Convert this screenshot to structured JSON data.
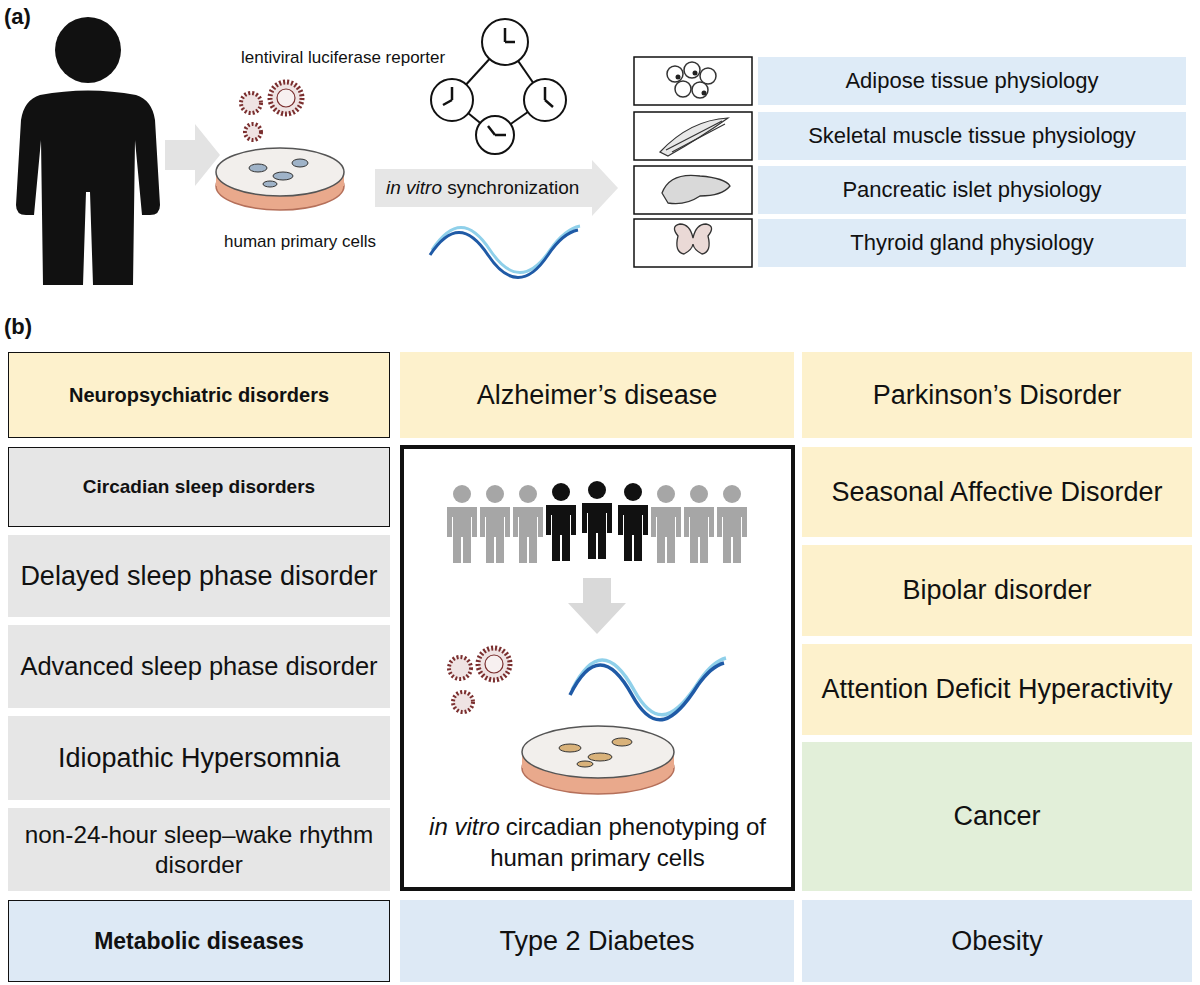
{
  "diagram": {
    "nodes": [
      {
        "text": [
          "Adipose tissue physiology"
        ]
      },
      {
        "text": [
          "Skeletal muscle tissue physiology"
        ]
      },
      {
        "text": [
          "Pancreatic islet physiology"
        ]
      },
      {
        "text": [
          "Thyroid gland physiology"
        ]
      },
      {
        "text": [
          "Neuropsychiatric disorders"
        ]
      },
      {
        "text": [
          "Alzheimer’s disease"
        ]
      },
      {
        "text": [
          "Parkinson’s Disorder"
        ]
      },
      {
        "text": [
          "Circadian sleep disorders"
        ]
      },
      {
        "text": [
          "in vitro",
          "circadian phenotyping of human primary cells"
        ]
      },
      {
        "text": [
          "Seasonal Affective Disorder"
        ]
      },
      {
        "text": [
          "Delayed sleep phase disorder"
        ]
      },
      {
        "text": [
          "Bipolar disorder"
        ]
      },
      {
        "text": [
          "Advanced sleep phase disorder"
        ]
      },
      {
        "text": [
          "Attention Deficit Hyperactivity"
        ]
      },
      {
        "text": [
          "Idiopathic Hypersomnia"
        ]
      },
      {
        "text": [
          "Cancer"
        ]
      },
      {
        "text": [
          "non-24-hour sleep–wake rhythm disorder"
        ]
      },
      {
        "text": [
          "Metabolic diseases"
        ]
      },
      {
        "text": [
          "Type 2 Diabetes"
        ]
      },
      {
        "text": [
          "Obesity"
        ]
      }
    ],
    "labels": [
      "(a)",
      "(b)",
      "lentiviral luciferase reporter",
      "human primary cells",
      "in vitro",
      "synchronization"
    ]
  }
}
